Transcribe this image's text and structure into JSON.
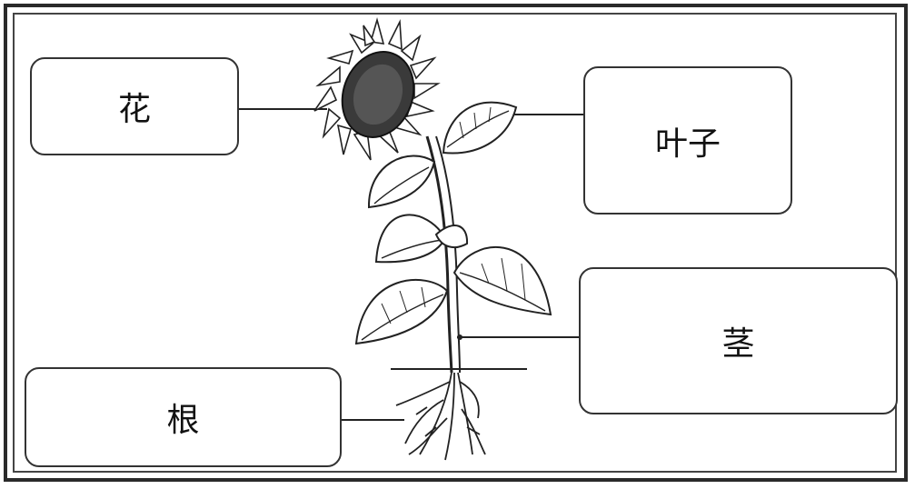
{
  "labels": {
    "flower": "花",
    "leaf": "叶子",
    "stem": "茎",
    "root": "根"
  },
  "colors": {
    "ink": "#2a2a2a",
    "box_border": "#333333",
    "background": "#ffffff"
  }
}
